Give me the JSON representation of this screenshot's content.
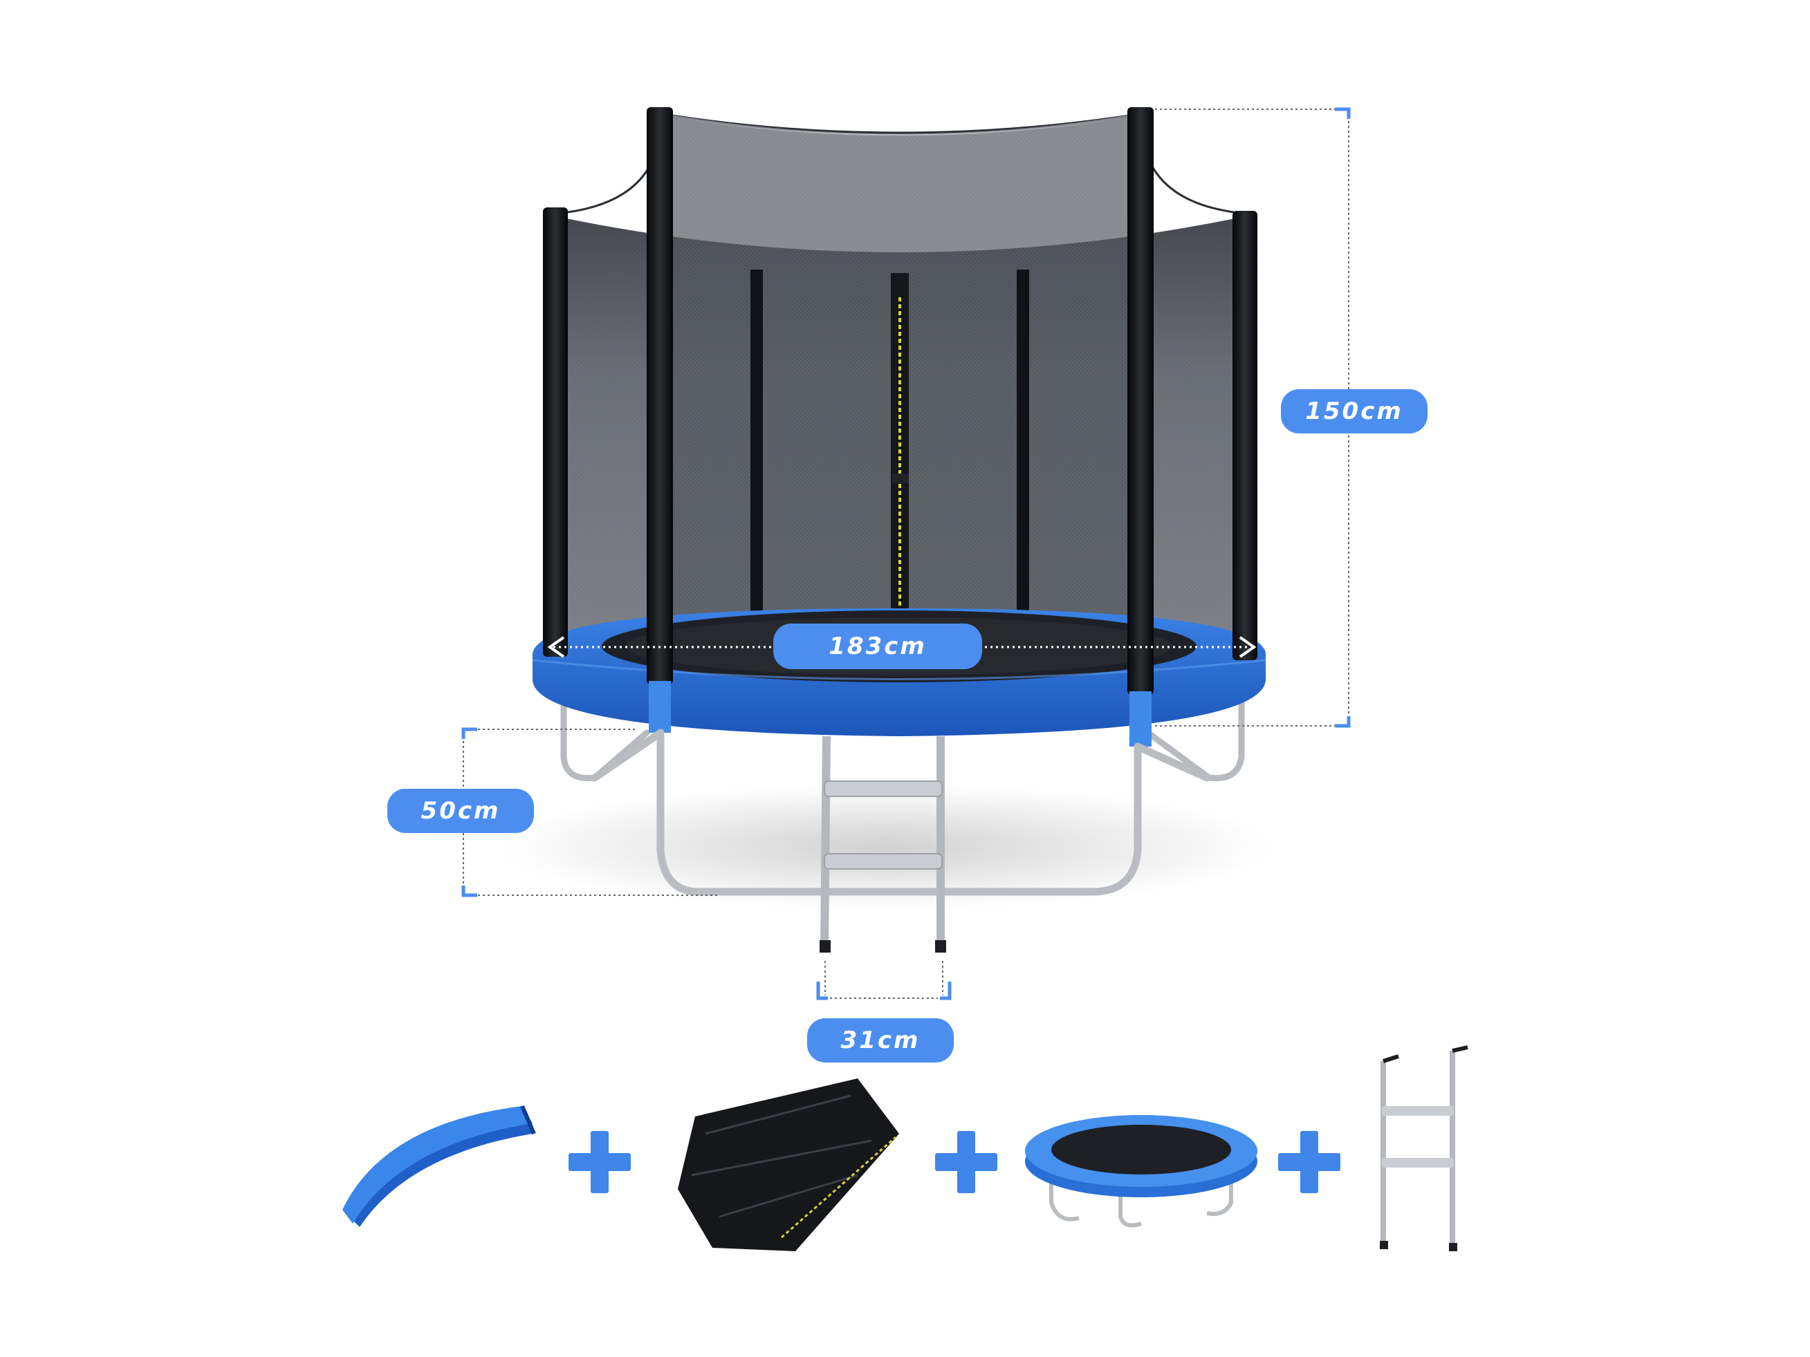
{
  "dimensions": {
    "height": "150cm",
    "diameter": "183cm",
    "leg_height": "50cm",
    "ladder_width": "31cm"
  },
  "colors": {
    "accent": "#4b8ef0",
    "pad_blue": "#2a6fd6",
    "net": "#4a4d55",
    "pole": "#0d0f12",
    "frame": "#b9bcc0"
  },
  "components": [
    {
      "icon": "pad-cover-icon"
    },
    {
      "icon": "plus-icon"
    },
    {
      "icon": "safety-net-icon"
    },
    {
      "icon": "plus-icon"
    },
    {
      "icon": "mini-trampoline-icon"
    },
    {
      "icon": "plus-icon"
    },
    {
      "icon": "ladder-icon"
    }
  ]
}
